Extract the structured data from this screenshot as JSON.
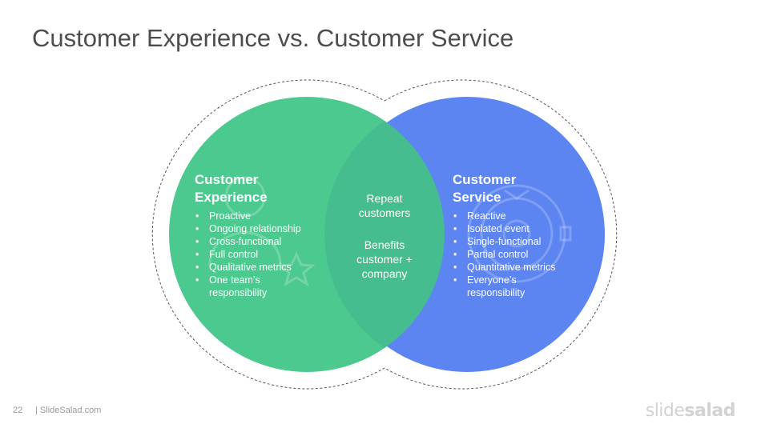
{
  "slide": {
    "title": "Customer Experience vs. Customer Service",
    "page_number": "22",
    "footer_brand": "| SlideSalad.com",
    "logo_part1": "slide",
    "logo_part2": "salad"
  },
  "colors": {
    "experience": "#4cc98f",
    "service": "#5c85f2",
    "overlap": "#45bd8e",
    "dashed_outline": "#555555"
  },
  "left_circle": {
    "heading_line1": "Customer",
    "heading_line2": "Experience",
    "icon": "user-star-icon",
    "bullets": [
      "Proactive",
      "Ongoing relationship",
      "Cross-functional",
      "Full control",
      "Qualitative metrics",
      "One team’s",
      "responsibility"
    ]
  },
  "right_circle": {
    "heading_line1": "Customer",
    "heading_line2": "Service",
    "icon": "gear-wrench-icon",
    "bullets": [
      "Reactive",
      "Isolated event",
      "Single-functional",
      "Partial control",
      "Quantitative metrics",
      "Everyone’s",
      "responsibility"
    ]
  },
  "overlap": {
    "line1": "Repeat",
    "line2": "customers",
    "line3": "Benefits",
    "line4": "customer +",
    "line5": "company"
  }
}
